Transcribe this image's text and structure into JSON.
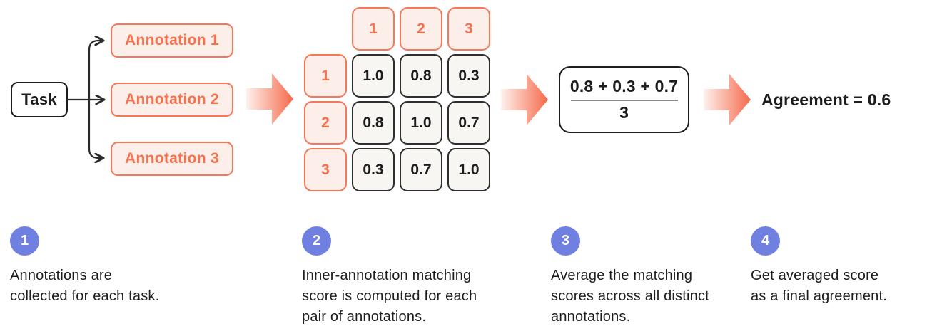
{
  "diagram": {
    "task_label": "Task",
    "annotations": [
      "Annotation 1",
      "Annotation 2",
      "Annotation 3"
    ],
    "matrix": {
      "col_headers": [
        "1",
        "2",
        "3"
      ],
      "row_headers": [
        "1",
        "2",
        "3"
      ],
      "rows": [
        [
          "1.0",
          "0.8",
          "0.3"
        ],
        [
          "0.8",
          "1.0",
          "0.7"
        ],
        [
          "0.3",
          "0.7",
          "1.0"
        ]
      ]
    },
    "formula": {
      "numerator": "0.8 + 0.3 + 0.7",
      "denominator": "3"
    },
    "result_label": "Agreement = 0.6"
  },
  "steps": [
    {
      "number": "1",
      "lines": [
        "Annotations are",
        "collected for each task."
      ]
    },
    {
      "number": "2",
      "lines": [
        "Inner-annotation matching",
        "score is computed for each",
        "pair of annotations."
      ]
    },
    {
      "number": "3",
      "lines": [
        "Average the matching",
        "scores across all distinct",
        "annotations."
      ]
    },
    {
      "number": "4",
      "lines": [
        "Get averaged score",
        "as a final agreement."
      ]
    }
  ],
  "colors": {
    "coral_accent": "#f5785b",
    "coral_fill": "#fceee8",
    "cell_fill": "#f7f6f3",
    "ink": "#1d1d1d",
    "step_circle": "#6f80e1",
    "arrow_gradient_start": "#fdf2ee",
    "arrow_gradient_end": "#f6694a"
  }
}
